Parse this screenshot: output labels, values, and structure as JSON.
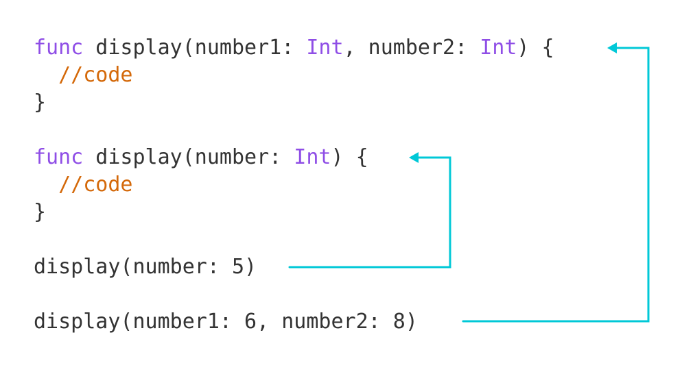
{
  "code": {
    "l1": {
      "kw": "func",
      "a": " display(number1: ",
      "t1": "Int",
      "b": ", number2: ",
      "t2": "Int",
      "c": ") {"
    },
    "l2": {
      "indent": "  ",
      "comment": "//code"
    },
    "l3": "}",
    "l4": {
      "kw": "func",
      "a": " display(number: ",
      "t1": "Int",
      "c": ") {"
    },
    "l5": {
      "indent": "  ",
      "comment": "//code"
    },
    "l6": "}",
    "l7": "display(number: 5)",
    "l8": "display(number1: 6, number2: 8)"
  },
  "colors": {
    "keyword": "#8f4ee6",
    "comment": "#d4690a",
    "text": "#333333",
    "arrow": "#00c8d7"
  },
  "arrows": [
    {
      "from": "display(number: 5)",
      "to": "func display(number: Int)"
    },
    {
      "from": "display(number1: 6, number2: 8)",
      "to": "func display(number1: Int, number2: Int)"
    }
  ]
}
